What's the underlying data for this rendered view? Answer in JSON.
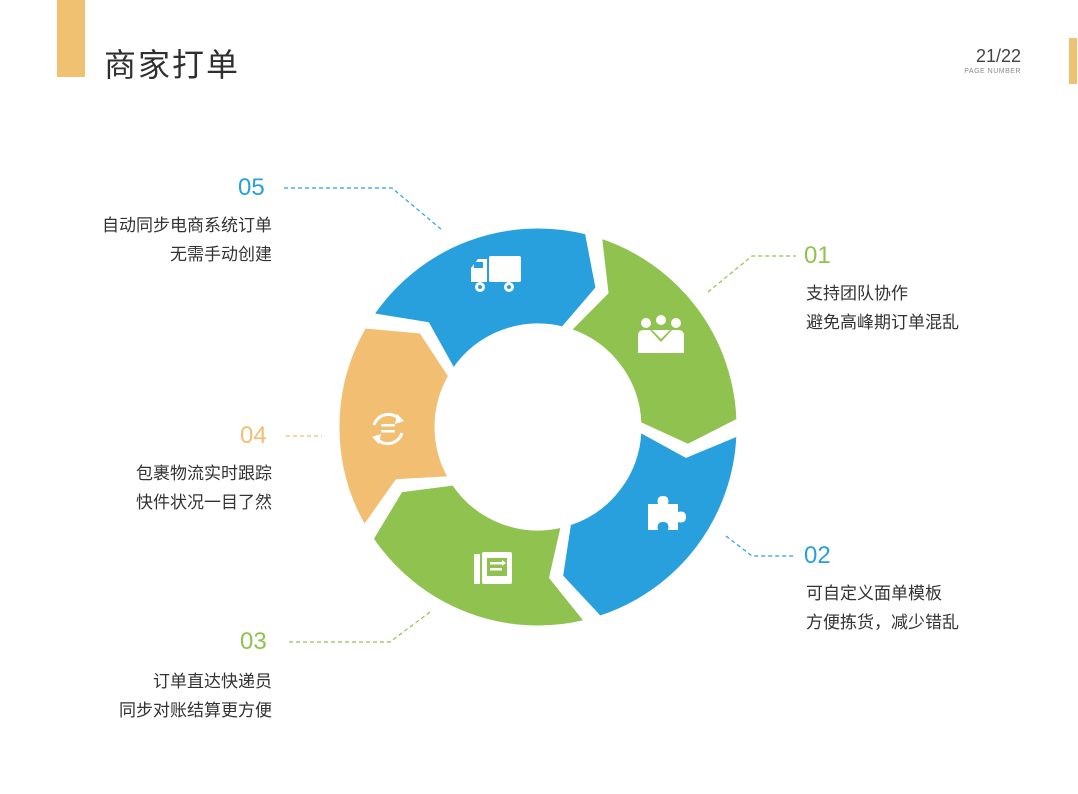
{
  "header": {
    "title": "商家打单",
    "page_number": "21/22",
    "page_number_label": "PAGE NUMBER"
  },
  "colors": {
    "blue": "#27A0DD",
    "green": "#8FC24F",
    "orange": "#F1BE72",
    "accent": "#EFC170"
  },
  "steps": [
    {
      "number": "01",
      "line1": "支持团队协作",
      "line2": "避免高峰期订单混乱",
      "color": "green",
      "icon": "team-icon"
    },
    {
      "number": "02",
      "line1": "可自定义面单模板",
      "line2": "方便拣货，减少错乱",
      "color": "blue",
      "icon": "puzzle-icon"
    },
    {
      "number": "03",
      "line1": "订单直达快递员",
      "line2": "同步对账结算更方便",
      "color": "green",
      "icon": "document-icon"
    },
    {
      "number": "04",
      "line1": "包裹物流实时跟踪",
      "line2": "快件状况一目了然",
      "color": "orange",
      "icon": "refresh-icon"
    },
    {
      "number": "05",
      "line1": "自动同步电商系统订单",
      "line2": "无需手动创建",
      "color": "blue",
      "icon": "truck-icon"
    }
  ]
}
